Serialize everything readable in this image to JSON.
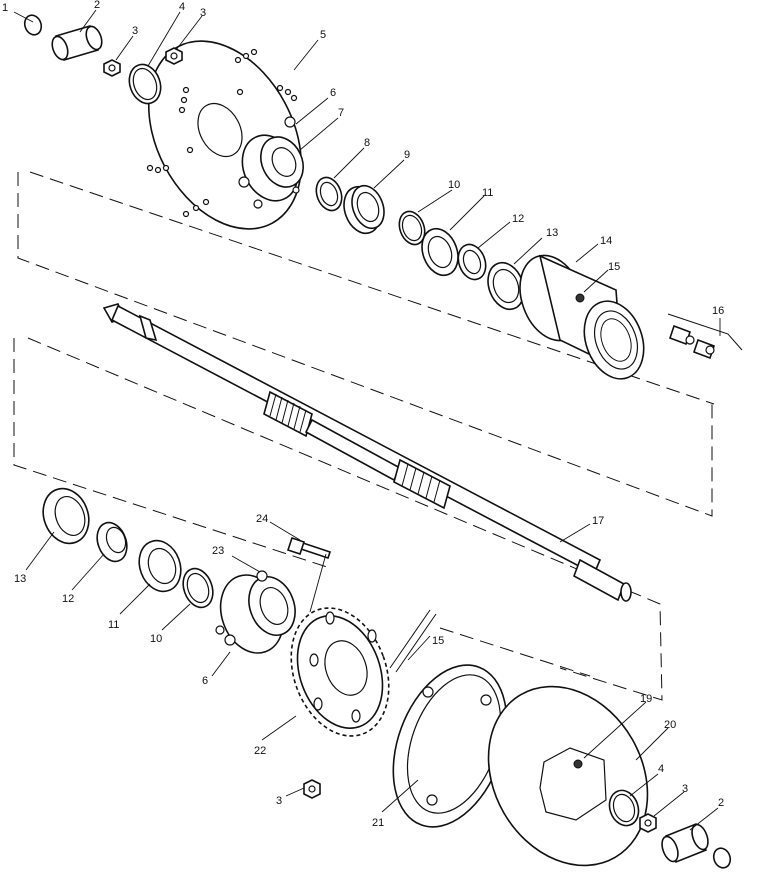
{
  "callouts": [
    {
      "id": "c1",
      "label": "1"
    },
    {
      "id": "c2a",
      "label": "2"
    },
    {
      "id": "c3a",
      "label": "3"
    },
    {
      "id": "c4a",
      "label": "4"
    },
    {
      "id": "c3b",
      "label": "3"
    },
    {
      "id": "c5",
      "label": "5"
    },
    {
      "id": "c6a",
      "label": "6"
    },
    {
      "id": "c7",
      "label": "7"
    },
    {
      "id": "c8",
      "label": "8"
    },
    {
      "id": "c9",
      "label": "9"
    },
    {
      "id": "c10a",
      "label": "10"
    },
    {
      "id": "c11a",
      "label": "11"
    },
    {
      "id": "c12a",
      "label": "12"
    },
    {
      "id": "c13a",
      "label": "13"
    },
    {
      "id": "c14",
      "label": "14"
    },
    {
      "id": "c15a",
      "label": "15"
    },
    {
      "id": "c16",
      "label": "16"
    },
    {
      "id": "c17",
      "label": "17"
    },
    {
      "id": "c13b",
      "label": "13"
    },
    {
      "id": "c12b",
      "label": "12"
    },
    {
      "id": "c11b",
      "label": "11"
    },
    {
      "id": "c10b",
      "label": "10"
    },
    {
      "id": "c24",
      "label": "24"
    },
    {
      "id": "c23",
      "label": "23"
    },
    {
      "id": "c6b",
      "label": "6"
    },
    {
      "id": "c22",
      "label": "22"
    },
    {
      "id": "c15b",
      "label": "15"
    },
    {
      "id": "c3c",
      "label": "3"
    },
    {
      "id": "c21",
      "label": "21"
    },
    {
      "id": "c19",
      "label": "19"
    },
    {
      "id": "c20",
      "label": "20"
    },
    {
      "id": "c4b",
      "label": "4"
    },
    {
      "id": "c3d",
      "label": "3"
    },
    {
      "id": "c2b",
      "label": "2"
    }
  ]
}
